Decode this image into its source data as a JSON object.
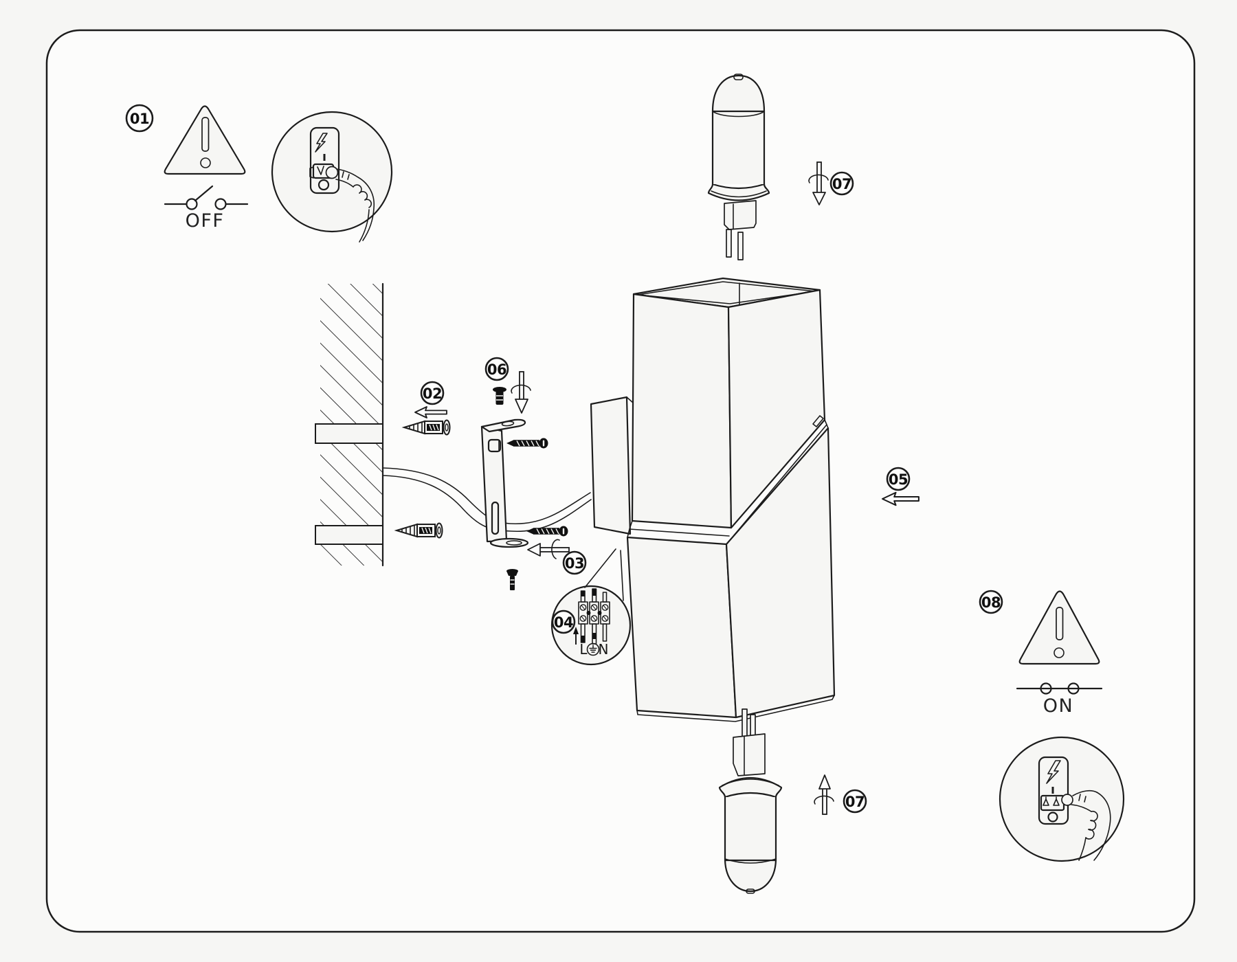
{
  "colors": {
    "ink": "#1c1c1c",
    "paper": "#f6f6f4",
    "hardware_fill": "#111111"
  },
  "badges": {
    "step01": "01",
    "step02": "02",
    "step03": "03",
    "step04": "04",
    "step05": "05",
    "step06": "06",
    "step07_top": "07",
    "step07_bottom": "07",
    "step08": "08"
  },
  "power": {
    "off_label": "OFF",
    "on_label": "ON"
  },
  "terminal_block": {
    "live": "L",
    "neutral": "N"
  }
}
